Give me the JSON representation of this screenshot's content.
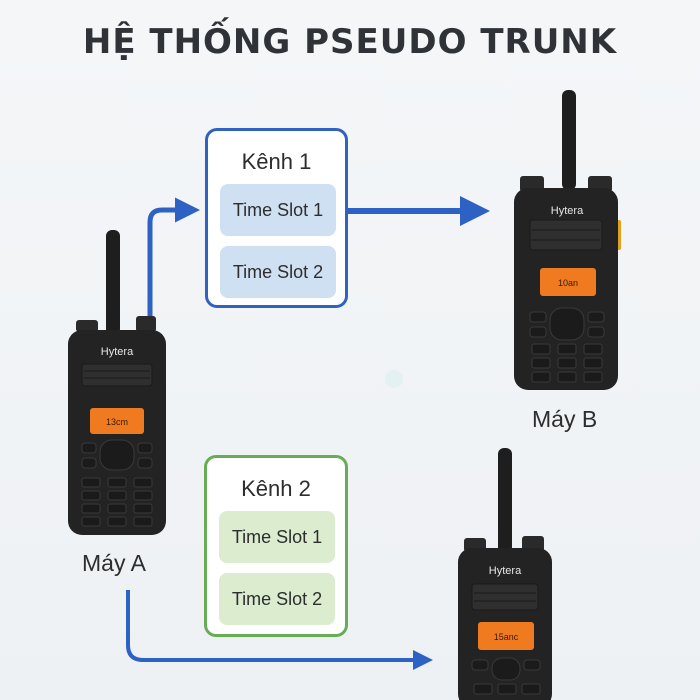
{
  "title": "HỆ THỐNG PSEUDO TRUNK",
  "channel1": {
    "label": "Kênh 1",
    "slots": [
      "Time Slot 1",
      "Time Slot 2"
    ]
  },
  "channel2": {
    "label": "Kênh 2",
    "slots": [
      "Time Slot 1",
      "Time Slot 2"
    ]
  },
  "radios": [
    {
      "name": "Máy A",
      "brand": "Hytera",
      "display": "13cm"
    },
    {
      "name": "Máy B",
      "brand": "Hytera",
      "display": "10an"
    },
    {
      "name": "",
      "brand": "Hytera",
      "display": "15anc"
    }
  ],
  "colors": {
    "channel1": "#2f62c2",
    "channel2": "#68ac56",
    "arrow": "#2d62c4",
    "display": "#f07a1f"
  }
}
